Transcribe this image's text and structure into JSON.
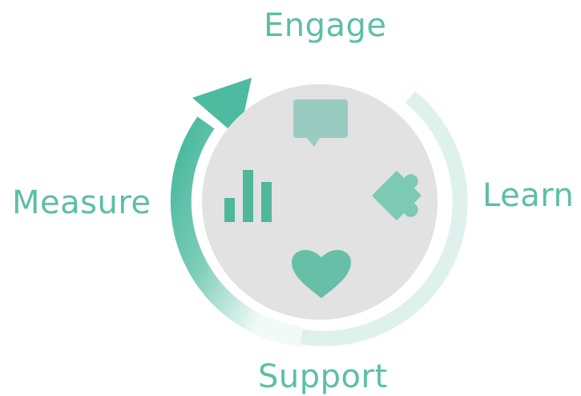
{
  "labels": {
    "engage": "Engage",
    "learn": "Learn",
    "support": "Support",
    "measure": "Measure"
  },
  "icons": {
    "engage": "speech-bubble-icon",
    "learn": "puzzle-piece-icon",
    "support": "heart-icon",
    "measure": "bar-chart-icon"
  },
  "colors": {
    "accent": "#5bbfa6",
    "arrow": "#4cbba0",
    "circle": "#e2e2e2",
    "bubble": "#9acbc1",
    "puzzle": "#7ccab4",
    "heart": "#68bfa8",
    "bars": "#4fb89a"
  }
}
